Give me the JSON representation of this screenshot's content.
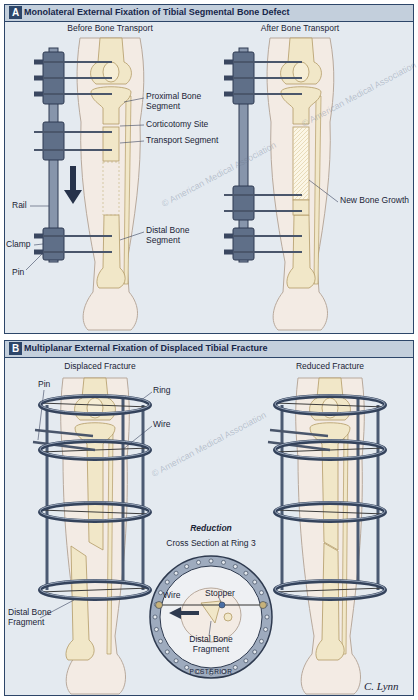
{
  "diagram": {
    "nodes": [
      {
        "text": [
          "A",
          "Monolateral External Fixation of Tibial Segmental Bone Defect"
        ]
      },
      {
        "text": [
          "B",
          "Multiplanar External Fixation of Displaced Tibial Fracture"
        ]
      },
      {
        "text": [
          "Cross Section at Ring 3",
          "Wire",
          "Stopper",
          "Distal Bone Fragment",
          "POSTERIOR"
        ],
        "in": 1
      }
    ],
    "labels": [
      "Before Bone Transport",
      "After Bone Transport",
      "Proximal Bone Segment",
      "Corticotomy Site",
      "Transport Segment",
      "Rail",
      "Clamp",
      "Distal Bone Segment",
      "Pin",
      "New Bone Growth",
      "Displaced Fracture",
      "Reduced Fracture",
      "Pin",
      "Ring",
      "Wire",
      "Reduction",
      "Distal Bone Fragment",
      "C. Lynn",
      "© American Medical Association",
      "© American Medical Association",
      "© American Medical Association"
    ]
  }
}
